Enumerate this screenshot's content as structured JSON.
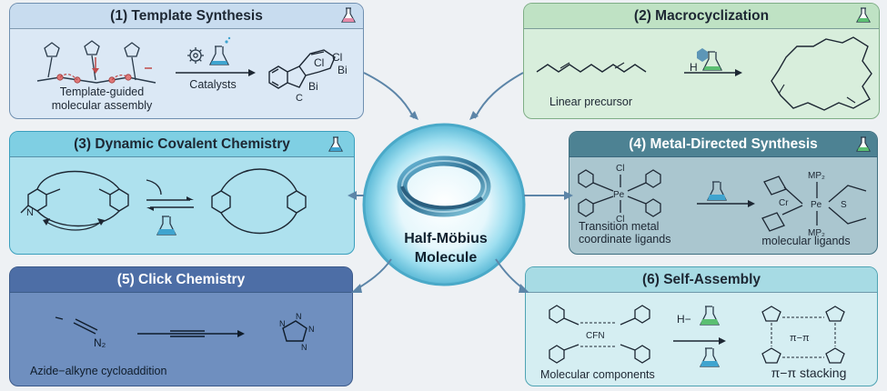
{
  "panels": {
    "p1": {
      "title": "(1) Template Synthesis",
      "caption": "Template-guided molecular assembly",
      "catalyst_label": "Catalysts",
      "atoms": {
        "cl1": "Cl",
        "cl2": "Cl",
        "bi1": "Bi",
        "bi2": "Bi",
        "c": "C"
      }
    },
    "p2": {
      "title": "(2) Macrocyclization",
      "caption": "Linear precursor",
      "reagent": "H"
    },
    "p3": {
      "title": "(3) Dynamic Covalent Chemistry",
      "atoms": {
        "n": "N"
      }
    },
    "p4": {
      "title": "(4) Metal-Directed Synthesis",
      "caption_left": "Transition metal coordinate ligands",
      "caption_right": "molecular ligands",
      "atoms": {
        "cl_top": "Cl",
        "cl_bot": "Cl",
        "pe_left": "Pe",
        "cr": "Cr",
        "pe_right": "Pe",
        "mp_top": "MP₂",
        "mp_bot": "MP₂",
        "s": "S"
      }
    },
    "p5": {
      "title": "(5) Click Chemistry",
      "caption": "Azide−alkyne cycloaddition",
      "atoms": {
        "n2": "N₂"
      }
    },
    "p6": {
      "title": "(6) Self-Assembly",
      "caption_left": "Molecular components",
      "caption_right": "π−π stacking",
      "reagent": "H−",
      "pi_label": "π−π",
      "center_atoms": "CFN"
    }
  },
  "center": {
    "title_line1": "Half-Möbius",
    "title_line2": "Molecule"
  },
  "colors": {
    "arrow": "#5c85a8",
    "ring_glow": "#7fd6ee",
    "flask": "#3fa4cf"
  },
  "icons": [
    "flask-icon",
    "gear-icon",
    "arrow-icon",
    "mobius-ring-icon"
  ]
}
